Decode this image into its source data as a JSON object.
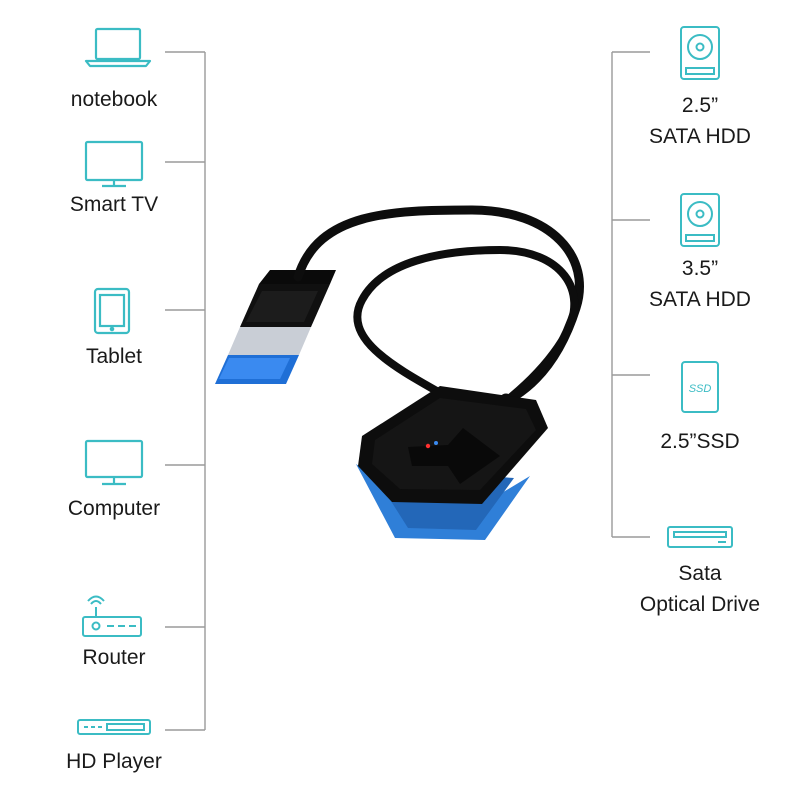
{
  "left_devices": [
    {
      "label": "notebook",
      "icon": "laptop-icon"
    },
    {
      "label": "Smart TV",
      "icon": "tv-icon"
    },
    {
      "label": "Tablet",
      "icon": "tablet-icon"
    },
    {
      "label": "Computer",
      "icon": "monitor-icon"
    },
    {
      "label": "Router",
      "icon": "router-icon"
    },
    {
      "label": "HD Player",
      "icon": "media-player-icon"
    }
  ],
  "right_devices": [
    {
      "line1": "2.5”",
      "line2": "SATA HDD",
      "icon": "hard-drive-icon"
    },
    {
      "line1": "3.5”",
      "line2": "SATA HDD",
      "icon": "hard-drive-icon"
    },
    {
      "line1": "2.5”SSD",
      "line2": "",
      "icon": "ssd-icon",
      "badge": "SSD"
    },
    {
      "line1": "Sata",
      "line2": "Optical Drive",
      "icon": "optical-drive-icon"
    }
  ],
  "colors": {
    "icon": "#3bbcc4",
    "line": "#9a9a9a",
    "text": "#1a1a1a",
    "cable": "#0d0d0d",
    "usb_insert": "#1f6fd6",
    "sata_blue": "#2f7fd8"
  }
}
